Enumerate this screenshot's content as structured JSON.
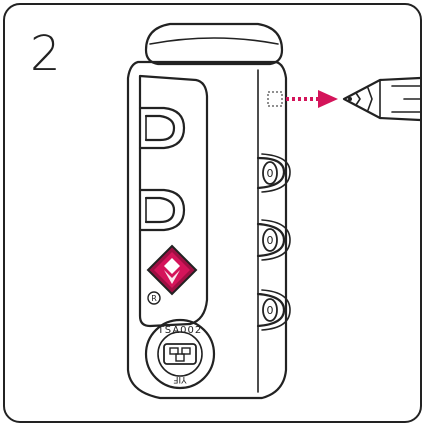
{
  "step_number": "2",
  "tsa_code": "TSA002",
  "key_mark": "YIF",
  "registered_mark": "R",
  "dial_digits": [
    "0",
    "0",
    "0"
  ],
  "colors": {
    "ink": "#222222",
    "accent": "#d4145a",
    "accent_dark": "#9e0f43",
    "frame": "#222222",
    "background": "#ffffff"
  },
  "icons": [
    "pencil-icon",
    "arrow-right-icon",
    "tsa-diamond-logo",
    "registered-icon",
    "keyhole-icon"
  ]
}
